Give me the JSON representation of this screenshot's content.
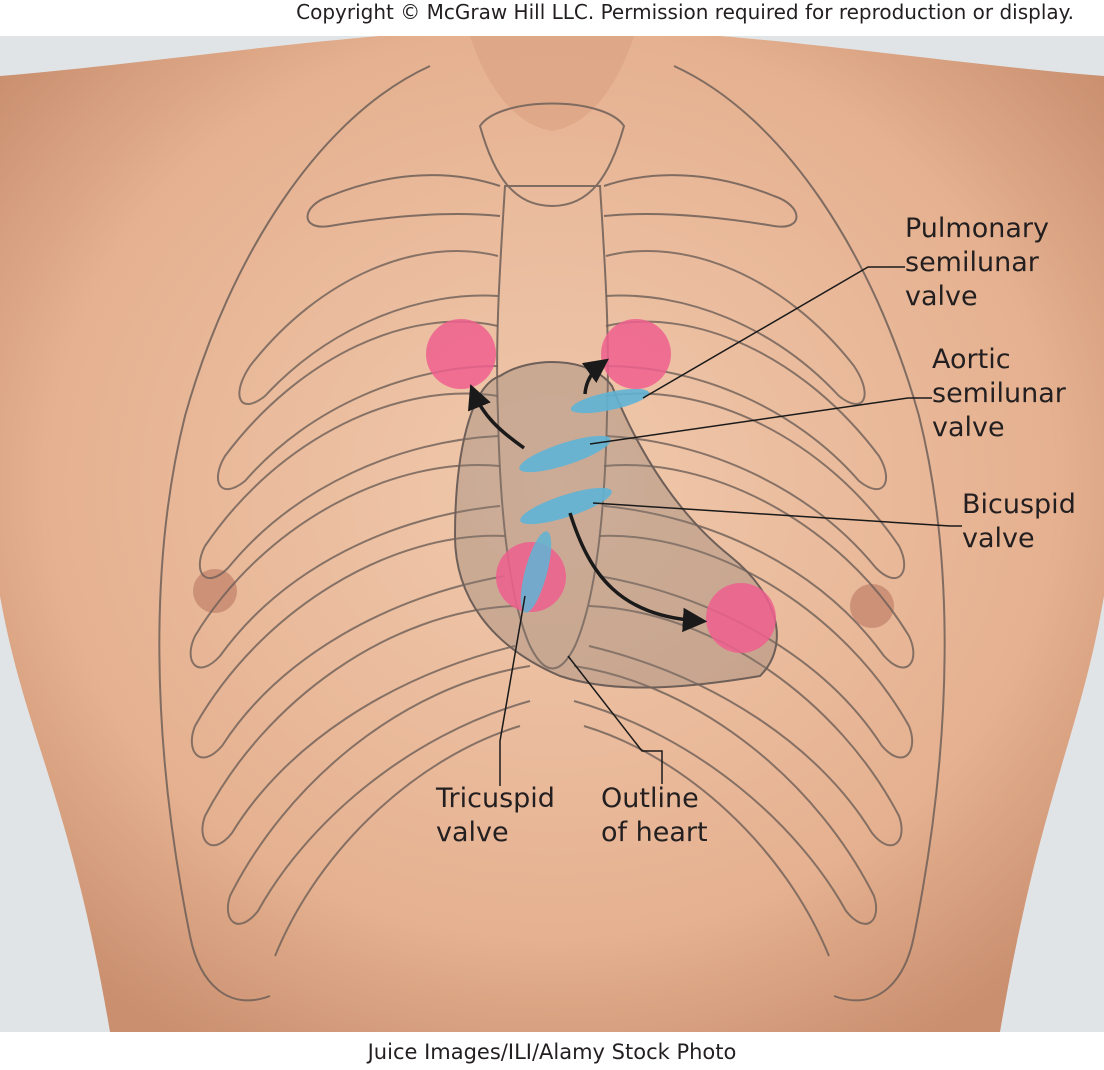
{
  "copyright": "Copyright © McGraw Hill LLC. Permission required for reproduction or display.",
  "photo_credit": "Juice Images/ILI/Alamy Stock Photo",
  "labels": {
    "pulmonary": [
      "Pulmonary",
      "semilunar",
      "valve"
    ],
    "aortic": [
      "Aortic",
      "semilunar",
      "valve"
    ],
    "bicuspid": [
      "Bicuspid",
      "valve"
    ],
    "tricuspid": [
      "Tricuspid",
      "valve"
    ],
    "outline": [
      "Outline",
      "of heart"
    ]
  },
  "colors": {
    "skin": "#e9b89a",
    "background": "#e2e5e8",
    "valve": "#5fb4d6",
    "auscultation_area": "#ee5f8e",
    "rib_outline": "#6e5f58",
    "heart_fill": "#8a7a72"
  }
}
